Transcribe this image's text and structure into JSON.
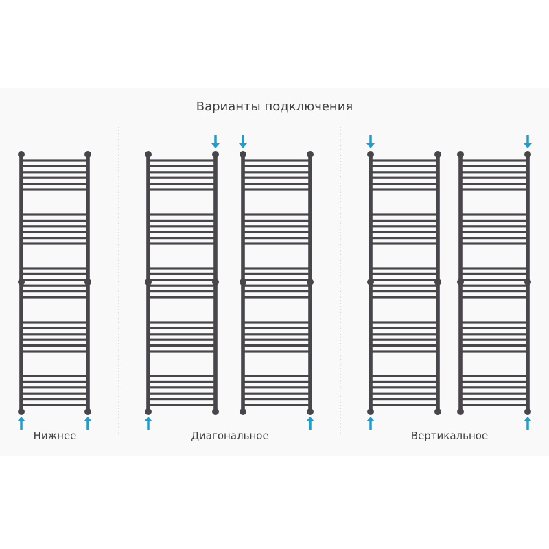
{
  "title": "Варианты подключения",
  "groups": [
    {
      "label": "Нижнее"
    },
    {
      "label": "Диагональное"
    },
    {
      "label": "Вертикальное"
    }
  ],
  "radiators": [
    {
      "group": 0,
      "inlets": [
        {
          "side": "left",
          "end": "bottom",
          "dir": "up"
        },
        {
          "side": "right",
          "end": "bottom",
          "dir": "up"
        }
      ]
    },
    {
      "group": 1,
      "inlets": [
        {
          "side": "right",
          "end": "top",
          "dir": "down"
        },
        {
          "side": "left",
          "end": "bottom",
          "dir": "up"
        }
      ]
    },
    {
      "group": 1,
      "inlets": [
        {
          "side": "left",
          "end": "top",
          "dir": "down"
        },
        {
          "side": "right",
          "end": "bottom",
          "dir": "up"
        }
      ]
    },
    {
      "group": 2,
      "inlets": [
        {
          "side": "left",
          "end": "top",
          "dir": "down"
        },
        {
          "side": "left",
          "end": "bottom",
          "dir": "up"
        }
      ]
    },
    {
      "group": 2,
      "inlets": [
        {
          "side": "right",
          "end": "top",
          "dir": "down"
        },
        {
          "side": "right",
          "end": "bottom",
          "dir": "up"
        }
      ]
    }
  ],
  "colors": {
    "frame": "#48464a",
    "arrow": "#1a9fd0",
    "divider": "#c8c8c8"
  }
}
